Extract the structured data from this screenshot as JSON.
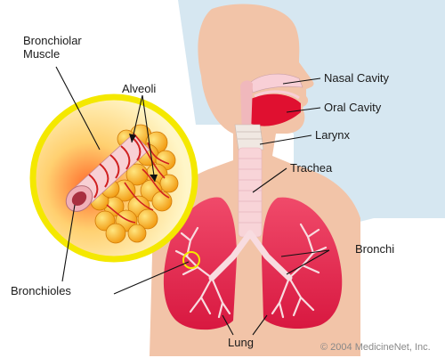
{
  "labels": {
    "bronchiolar_muscle_line1": "Bronchiolar",
    "bronchiolar_muscle_line2": "Muscle",
    "alveoli": "Alveoli",
    "bronchioles": "Bronchioles",
    "nasal_cavity": "Nasal Cavity",
    "oral_cavity": "Oral Cavity",
    "larynx": "Larynx",
    "trachea": "Trachea",
    "bronchi": "Bronchi",
    "lung": "Lung"
  },
  "copyright": "© 2004 MedicineNet, Inc.",
  "colors": {
    "skin": "#f2c4a8",
    "background_blue": "#cfe3ee",
    "lung": "#e8204a",
    "lung_light": "#f07890",
    "airway": "#f8d4d8",
    "alveoli": "#f8b020",
    "inset_ring": "#f4e800",
    "muscle": "#d02020"
  },
  "icons": [
    "copyright-symbol"
  ]
}
